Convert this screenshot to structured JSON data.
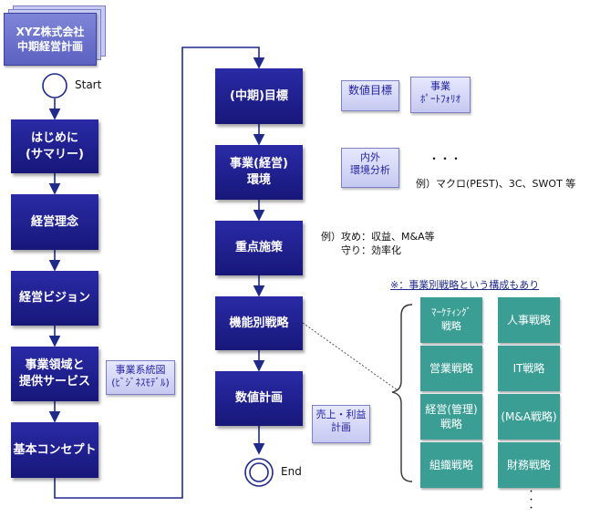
{
  "title_stack": "XYZ株式会社\n中期経営計画",
  "start_label": "Start",
  "end_label": "End",
  "left_column": [
    "はじめに\n(サマリー)",
    "経営理念",
    "経営ビジョン",
    "事業領域と\n提供サービス",
    "基本コンセプト"
  ],
  "right_column": [
    "(中期)目標",
    "事業(経営)\n環境",
    "重点施策",
    "機能別戦略",
    "数値計画"
  ],
  "docs": {
    "business_system": "事業系統図\n(ﾋﾞｼﾞﾈｽﾓﾃﾞﾙ)",
    "numeric_target": "数値目標",
    "portfolio": "事業\nﾎﾟｰﾄﾌｫﾘｵ",
    "environment": "内外\n環境分析",
    "sales_profit": "売上・利益\n計画"
  },
  "notes": {
    "dots": "・・・",
    "env_example": "例）マクロ(PEST)、3C、SWOT 等",
    "policy_example": "例）攻め：収益、M&A等\n　　守り：効率化",
    "functional_header": "※：事業別戦略という構成もあり"
  },
  "functional_strategies": [
    "ﾏｰｹﾃｨﾝｸﾞ\n戦略",
    "人事戦略",
    "営業戦略",
    "IT戦略",
    "経営(管理)\n戦略",
    "(M&A戦略)",
    "組織戦略",
    "財務戦略"
  ],
  "more_dots": "・\n・\n・",
  "colors": {
    "process_box": "#1f1f8f",
    "document": "#d0d3f5",
    "teal_box": "#3a9e95"
  }
}
